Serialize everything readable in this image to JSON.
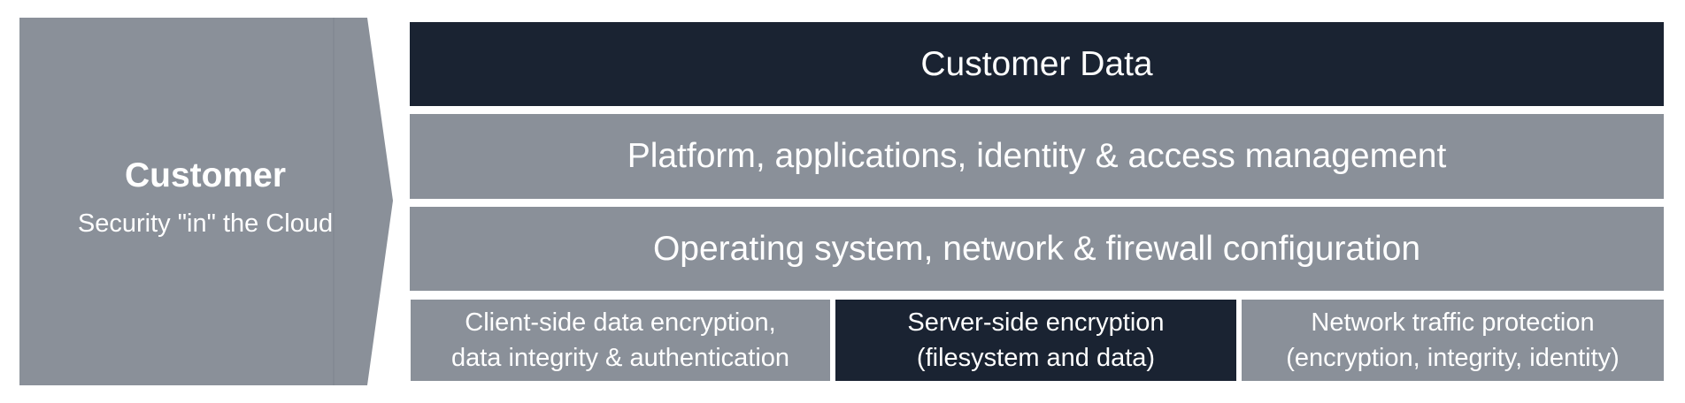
{
  "customer": {
    "title": "Customer",
    "subtitle": "Security \"in\" the Cloud"
  },
  "layers": {
    "customer_data": "Customer Data",
    "platform": "Platform, applications, identity & access management",
    "os": "Operating system, network & firewall configuration"
  },
  "bottom_cells": {
    "client": {
      "line1": "Client-side data encryption,",
      "line2": "data integrity & authentication"
    },
    "server": {
      "line1": "Server-side encryption",
      "line2": "(filesystem and data)"
    },
    "network": {
      "line1": "Network traffic protection",
      "line2": "(encryption, integrity, identity)"
    }
  },
  "colors": {
    "dark": "#1a2332",
    "grey": "#8a9099",
    "text": "#ffffff"
  }
}
